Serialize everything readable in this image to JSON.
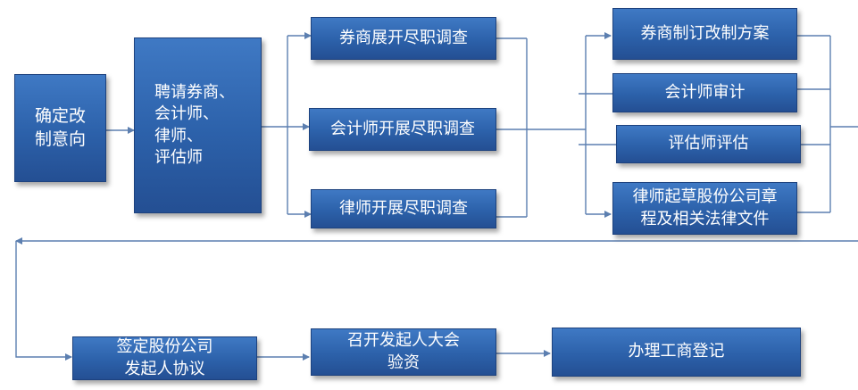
{
  "colors": {
    "box": "#2c61aa",
    "box_border": "#1d427e",
    "connector": "#5c7fb0"
  },
  "nodes": {
    "intent": [
      "确定改",
      "制意向"
    ],
    "hire": [
      "聘请券商、",
      "会计师、",
      "律师、",
      "评估师"
    ],
    "broker_dd": "券商展开尽职调查",
    "accountant_dd": "会计师开展尽职调查",
    "lawyer_dd": "律师开展尽职调查",
    "broker_plan": "券商制订改制方案",
    "accountant_audit": "会计师审计",
    "appraiser_eval": "评估师评估",
    "lawyer_docs": [
      "律师起草股份公司章",
      "程及相关法律文件"
    ],
    "sign_agreement": [
      "签定股份公司",
      "发起人协议"
    ],
    "founders_meeting": [
      "召开发起人大会",
      "验资"
    ],
    "registration": "办理工商登记"
  }
}
